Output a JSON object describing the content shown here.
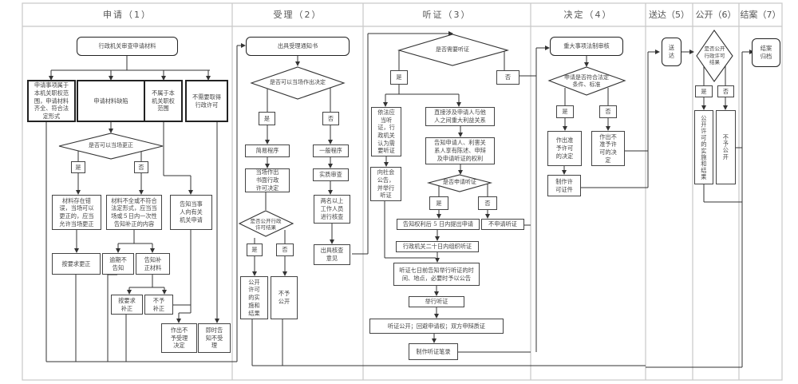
{
  "lanes": [
    {
      "id": "apply",
      "title": "申请（1）"
    },
    {
      "id": "accept",
      "title": "受理（2）"
    },
    {
      "id": "hearing",
      "title": "听证（3）"
    },
    {
      "id": "decide",
      "title": "决定（4）"
    },
    {
      "id": "deliver",
      "title": "送达（5）"
    },
    {
      "id": "publish",
      "title": "公开（6）"
    },
    {
      "id": "close",
      "title": "结案（7）"
    }
  ],
  "apply": {
    "review": "行政机关审查申请材料",
    "in_scope": "申请事项属于\n本机关职权范\n围，申请材料\n齐全、符合法\n定形式",
    "defect": "申请材料缺陷",
    "not_scope": "不属于本\n机关职权\n范围",
    "no_permit": "不需要取得\n行政许可",
    "q_fix": "是否可以当场更正",
    "yes": "是",
    "no": "否",
    "fix_onsite": "材料存在错\n误，当场可以\n更正的，应当\n允许当场更正",
    "notify_supplement": "材料不全或不符合\n法定形式，应当当\n场或５日内一次性\n告知补正的内容",
    "tell_other": "告知当事\n人向有关\n机关申请",
    "fix_as_required": "按要求更正",
    "overdue": "逾期不\n告知",
    "notify_materials": "告知补\n正材料",
    "supp_as_required": "按要求\n补正",
    "not_supp": "不予\n补正",
    "reject_decision": "作出不\n予受理\n决定",
    "notify_reject": "即时告\n知不受\n理"
  },
  "accept": {
    "notice": "出具受理通知书",
    "q_onsite": "是否可以当场作出决定",
    "yes": "是",
    "no": "否",
    "simple": "简易程序",
    "general": "一般程序",
    "onsite_decision": "当场作出\n书面行政\n许可决定",
    "substantive": "实质审查",
    "two_staff": "两名以上\n工作人员\n进行核查",
    "opinion": "出具核查\n意见",
    "q_publish": "是否公开行政\n许可结果",
    "yes2": "是",
    "no2": "否",
    "publish_result": "公开\n许可\n的实\n施和\n结果",
    "no_publish": "不予\n公开"
  },
  "hearing": {
    "q_need": "是否需要听证",
    "yes": "是",
    "no": "否",
    "by_law": "依法应\n当听\n证，行\n政机关\n认为需\n要听证",
    "major_interest": "直接涉及申请人与他\n人之间重大利益关系",
    "announce": "向社会\n公告，\n并举行\n听证",
    "inform_rights": "告知申请人、利害关\n系人享有陈述、申辩\n及申请听证的权利",
    "q_apply": "是否申请听证",
    "yes2": "是",
    "no2": "否",
    "apply_5days": "告知权利后 5 日内提出申请",
    "not_apply": "不申请听证",
    "organize_20days": "行政机关二十日内组织听证",
    "notify_7days": "听证七日前告知举行听证的时\n间、地点，必要时予以公告",
    "hold": "举行听证",
    "open_hearing": "听证公开；回避申请权；双方申辩质证",
    "record": "制作听证笔录"
  },
  "decide": {
    "legal_review": "重大事项法制审核",
    "q_conform": "申请是否符合法定\n条件、标准",
    "yes": "是",
    "no": "否",
    "grant": "作出准\n予许可\n的决定",
    "deny": "作出不\n准予许\n可的决\n定",
    "certificate": "制作许\n可证件"
  },
  "deliver": {
    "deliver": "送\n达"
  },
  "publish": {
    "q_publish": "是否公开\n行政许可\n结果",
    "yes": "是",
    "no": "否",
    "publish_result": "公开许可的实施和结果",
    "no_publish": "不予公开"
  },
  "close": {
    "archive": "结案\n归档"
  }
}
